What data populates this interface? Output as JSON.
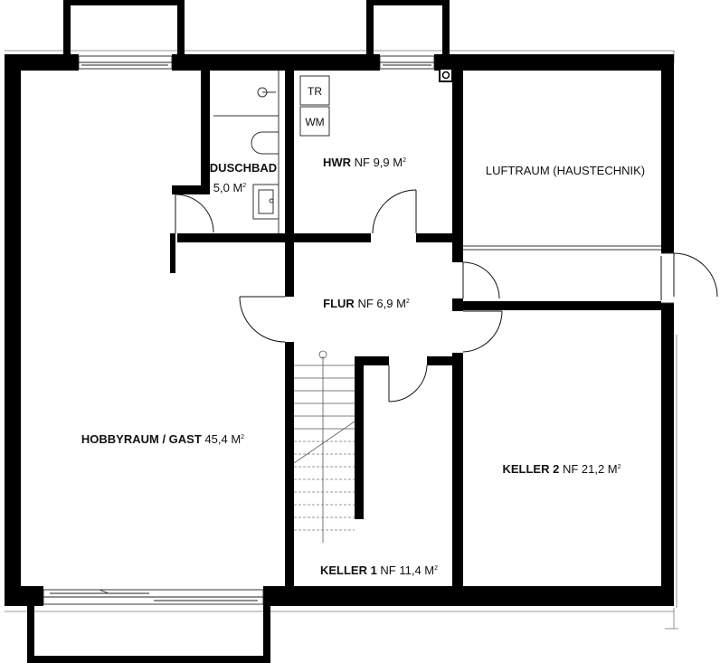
{
  "colors": {
    "wall": "#000000",
    "line": "#444444",
    "background": "#ffffff"
  },
  "rooms": {
    "hobbyraum": {
      "name": "HOBBYRAUM / GAST",
      "area": "45,4 M",
      "sup": "2"
    },
    "duschbad": {
      "name": "DUSCHBAD",
      "area": "5,0 M",
      "sup": "2"
    },
    "hwr": {
      "name": "HWR",
      "area": "NF 9,9 M",
      "sup": "2"
    },
    "luftraum": {
      "name": "LUFTRAUM (HAUSTECHNIK)"
    },
    "flur": {
      "name": "FLUR",
      "area": "NF 6,9 M",
      "sup": "2"
    },
    "keller1": {
      "name": "KELLER 1",
      "area": "NF 11,4 M",
      "sup": "2"
    },
    "keller2": {
      "name": "KELLER 2",
      "area": "NF 21,2 M",
      "sup": "2"
    }
  },
  "fixtures": {
    "dryer": "TR",
    "washer": "WM"
  }
}
